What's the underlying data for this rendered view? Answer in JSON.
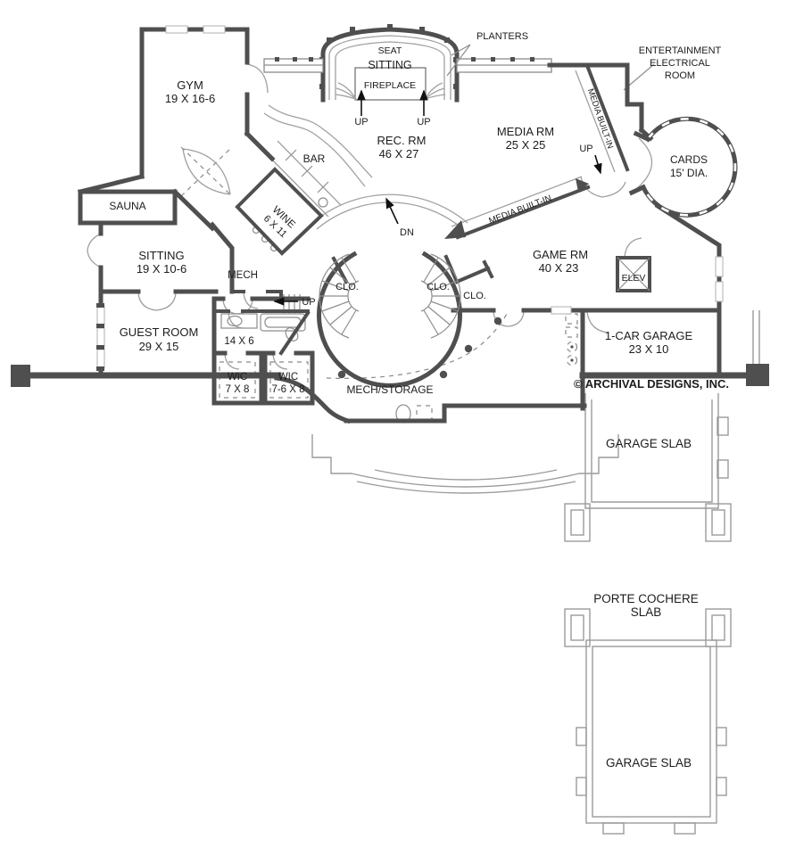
{
  "copyright": "© ARCHIVAL DESIGNS, INC.",
  "colors": {
    "wall": "#4f4f4f",
    "thin_line": "#a0a0a0",
    "slab_line": "#9b9b9b",
    "text": "#1c1c1c",
    "background": "#ffffff"
  },
  "labels": {
    "planters": "PLANTERS",
    "seat": "SEAT",
    "sitting_bay": "SITTING",
    "fireplace": "FIREPLACE",
    "up": "UP",
    "dn": "DN",
    "clo": "CLO.",
    "media_builtin": "MEDIA BUILT-IN",
    "entertainment1": "ENTERTAINMENT",
    "entertainment2": "ELECTRICAL",
    "entertainment3": "ROOM"
  },
  "rooms": {
    "gym": {
      "name": "GYM",
      "dims": "19 X 16-6"
    },
    "sauna": {
      "name": "SAUNA"
    },
    "sitting": {
      "name": "SITTING",
      "dims": "19 X 10-6"
    },
    "guest": {
      "name": "GUEST ROOM",
      "dims": "29 X 15"
    },
    "bath": {
      "dims": "14 X 6"
    },
    "wic_left": {
      "name": "WIC",
      "dims": "7 X 8"
    },
    "wic_right": {
      "name": "WIC",
      "dims": "7-6 X 8"
    },
    "mech": {
      "name": "MECH"
    },
    "wine": {
      "name": "WINE",
      "dims": "6 X 11"
    },
    "bar": {
      "name": "BAR"
    },
    "rec": {
      "name": "REC. RM",
      "dims": "46 X 27"
    },
    "media": {
      "name": "MEDIA RM",
      "dims": "25 X 25"
    },
    "game": {
      "name": "GAME RM",
      "dims": "40 X 23"
    },
    "cards": {
      "name": "CARDS",
      "dims": "15' DIA."
    },
    "elev": {
      "name": "ELEV"
    },
    "mech_storage": {
      "name": "MECH/STORAGE"
    },
    "one_car_garage": {
      "name": "1-CAR GARAGE",
      "dims": "23 X 10"
    },
    "garage_slab": {
      "name": "GARAGE SLAB"
    },
    "porte_cochere": {
      "line1": "PORTE COCHERE",
      "line2": "SLAB"
    }
  }
}
